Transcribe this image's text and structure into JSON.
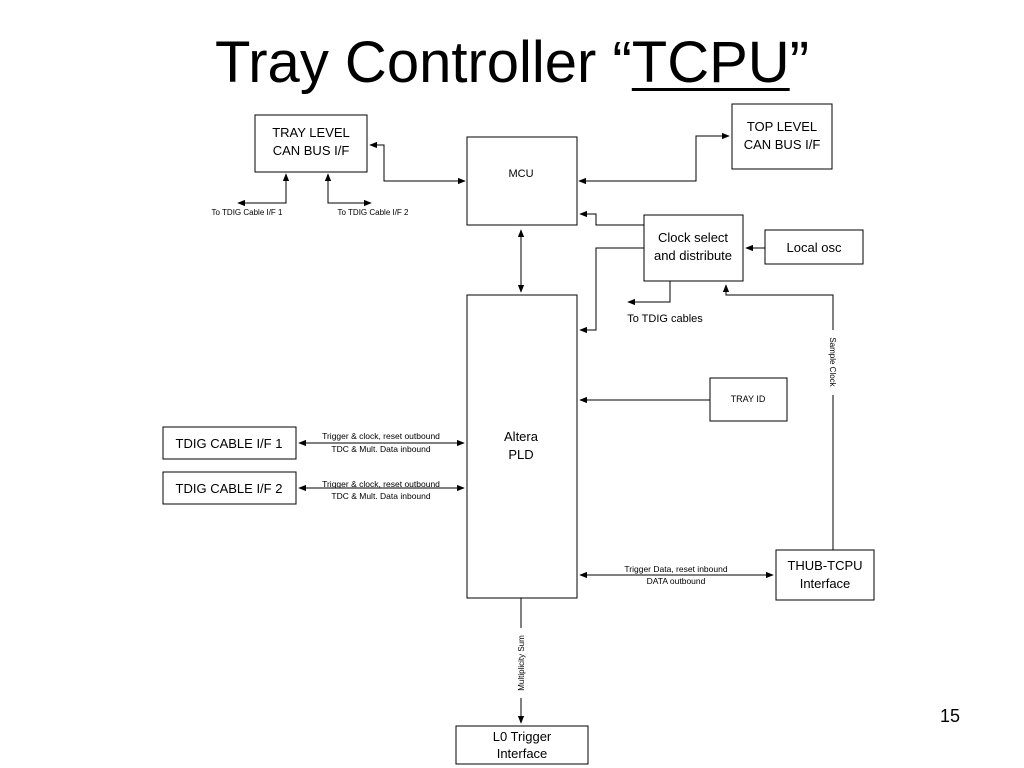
{
  "title": {
    "prefix": "Tray Controller “",
    "highlight": "TCPU",
    "suffix": "”"
  },
  "page_number": "15",
  "blocks": {
    "tray_level_can": {
      "line1": "TRAY LEVEL",
      "line2": "CAN BUS I/F"
    },
    "mcu": "MCU",
    "top_level_can": {
      "line1": "TOP LEVEL",
      "line2": "CAN BUS I/F"
    },
    "clock_select": {
      "line1": "Clock select",
      "line2": "and distribute"
    },
    "local_osc": "Local osc",
    "altera_pld": {
      "line1": "Altera",
      "line2": "PLD"
    },
    "tray_id": "TRAY ID",
    "tdig_cable_1": "TDIG CABLE I/F 1",
    "tdig_cable_2": "TDIG CABLE I/F 2",
    "thub_tcpu": {
      "line1": "THUB-TCPU",
      "line2": "Interface"
    },
    "l0_trigger": {
      "line1": "L0 Trigger",
      "line2": "Interface"
    }
  },
  "labels": {
    "to_tdig_cable_1": "To TDIG Cable I/F 1",
    "to_tdig_cable_2": "To TDIG Cable I/F 2",
    "to_tdig_cables": "To TDIG cables",
    "sample_clock": "Sample Clock",
    "cable1_line1": "Trigger & clock, reset  outbound",
    "cable1_line2": "TDC & Mult. Data inbound",
    "cable2_line1": "Trigger & clock, reset  outbound",
    "cable2_line2": "TDC & Mult. Data inbound",
    "thub_line1": "Trigger Data, reset inbound",
    "thub_line2": "DATA outbound",
    "multiplicity_sum": "Multiplicity Sum"
  }
}
